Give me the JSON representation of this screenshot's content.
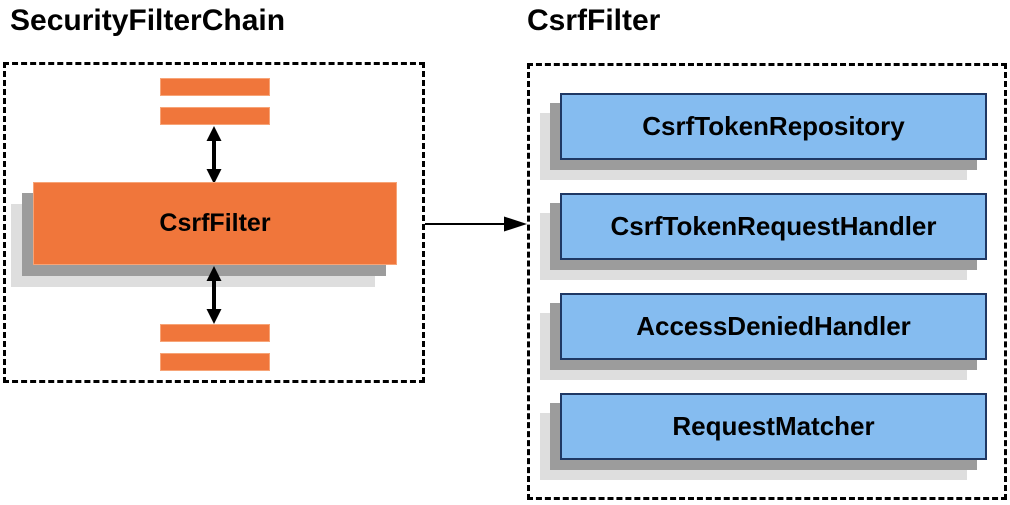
{
  "colors": {
    "orange": "#F0763B",
    "orange_border": "#F7A477",
    "blue_fill": "#85BCF0",
    "blue_border": "#1F3864",
    "shadow_dark": "#9C9C9C",
    "shadow_light": "#DEDEDE",
    "arrow": "#000000"
  },
  "left_panel": {
    "title": "SecurityFilterChain",
    "filter_label": "CsrfFilter"
  },
  "right_panel": {
    "title": "CsrfFilter",
    "components": [
      {
        "label": "CsrfTokenRepository"
      },
      {
        "label": "CsrfTokenRequestHandler"
      },
      {
        "label": "AccessDeniedHandler"
      },
      {
        "label": "RequestMatcher"
      }
    ]
  }
}
